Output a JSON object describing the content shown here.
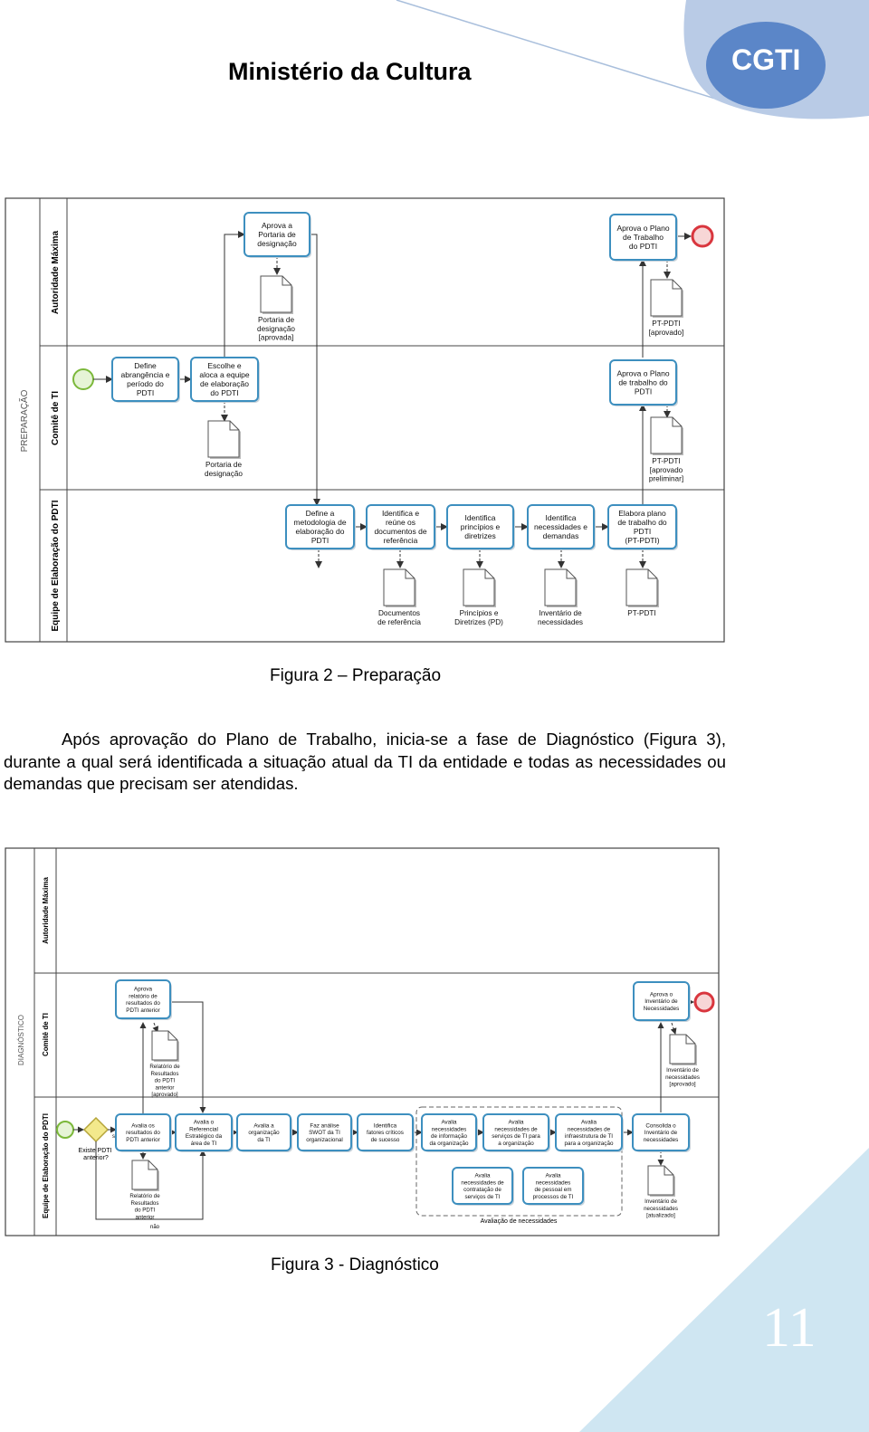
{
  "header": {
    "title": "Ministério da Cultura",
    "logo_text": "CGTI"
  },
  "colors": {
    "accent_blue": "#5b86c8",
    "light_blue": "#b9cbe6",
    "corner_blue": "#cfe6f2",
    "task_border": "#3d8fbf",
    "end_event": "#d9363e",
    "gateway": "#f3e98c"
  },
  "figure2": {
    "caption": "Figura 2 – Preparação",
    "pool_label": "PREPARAÇÃO",
    "lanes": [
      "Autoridade Máxima",
      "Comitê de TI",
      "Equipe de Elaboração do PDTI"
    ],
    "tasks": [
      [
        "Aprova a",
        "Portaria de",
        "designação"
      ],
      [
        "Aprova o Plano",
        "de Trabalho",
        "do PDTI"
      ],
      [
        "Define",
        "abrangência e",
        "período do",
        "PDTI"
      ],
      [
        "Escolhe e",
        "aloca a equipe",
        "de elaboração",
        "do PDTI"
      ],
      [
        "Aprova o Plano",
        "de trabalho do",
        "PDTI"
      ],
      [
        "Define a",
        "metodologia de",
        "elaboração  do",
        "PDTI"
      ],
      [
        "Identifica e",
        "reúne os",
        "documentos de",
        "referência"
      ],
      [
        "Identifica",
        "princípios e",
        "diretrizes"
      ],
      [
        "Identifica",
        "necessidades e",
        "demandas"
      ],
      [
        "Elabora plano",
        "de trabalho do",
        "PDTI",
        "(PT-PDTI)"
      ]
    ],
    "documents": [
      [
        "Portaria de",
        "designação",
        "[aprovada]"
      ],
      [
        "PT-PDTI",
        "[aprovado]"
      ],
      [
        "Portaria de",
        "designação"
      ],
      [
        "PT-PDTI",
        "[aprovado",
        "preliminar]"
      ],
      [
        "Documentos",
        "de referência"
      ],
      [
        "Princípios e",
        "Diretrizes (PD)"
      ],
      [
        "Inventário de",
        "necessidades"
      ],
      [
        "PT-PDTI"
      ]
    ]
  },
  "paragraph": "Após aprovação do Plano de Trabalho, inicia-se a fase de Diagnóstico (Figura 3), durante a qual será identificada a situação atual da TI da entidade e todas as necessidades ou demandas que precisam ser atendidas.",
  "figure3": {
    "caption": "Figura 3 - Diagnóstico",
    "pool_label": "DIAGNÓSTICO",
    "lanes": [
      "Autoridade Máxima",
      "Comitê de TI",
      "Equipe de Elaboração do PDTI"
    ],
    "tasks": [
      [
        "Aprova",
        "relatório de",
        "resultados do",
        "PDTI anterior"
      ],
      [
        "Aprova o",
        "Inventário de",
        "Necessidades"
      ],
      [
        "Avalia os",
        "resultados do",
        "PDTI anterior"
      ],
      [
        "Avalia o",
        "Referencial",
        "Estratégico da",
        "área de TI"
      ],
      [
        "Avalia a",
        "organização",
        "da TI"
      ],
      [
        "Faz análise",
        "SWOT da TI",
        "organizacional"
      ],
      [
        "Identifica",
        "fatores críticos",
        "de sucesso"
      ],
      [
        "Avalia",
        "necessidades",
        "de informação",
        "da organização"
      ],
      [
        "Avalia",
        "necessidades de",
        "serviços de TI para",
        "a organização"
      ],
      [
        "Avalia",
        "necessidades de",
        "infraestrutura de TI",
        "para a organização"
      ],
      [
        "Consolida o",
        "Inventário de",
        "necessidades"
      ],
      [
        "Avalia",
        "necessidades de",
        "contratação de",
        "serviços de TI"
      ],
      [
        "Avalia",
        "necessidades",
        "de pessoal em",
        "processos de TI"
      ]
    ],
    "documents": [
      [
        "Relatório de",
        "Resultados",
        "do PDTI",
        "anterior",
        "[aprovado]"
      ],
      [
        "Inventário de",
        "necessidades",
        "[aprovado]"
      ],
      [
        "Relatório de",
        "Resultados",
        "do PDTI",
        "anterior"
      ],
      [
        "Inventário de",
        "necessidades",
        "[atualizado]"
      ]
    ],
    "gateway_label": [
      "Existe PDTI",
      "anterior?"
    ],
    "flow_yes": "sim",
    "flow_no": "não",
    "group_label": "Avaliação de necessidades"
  },
  "page_number": "11"
}
